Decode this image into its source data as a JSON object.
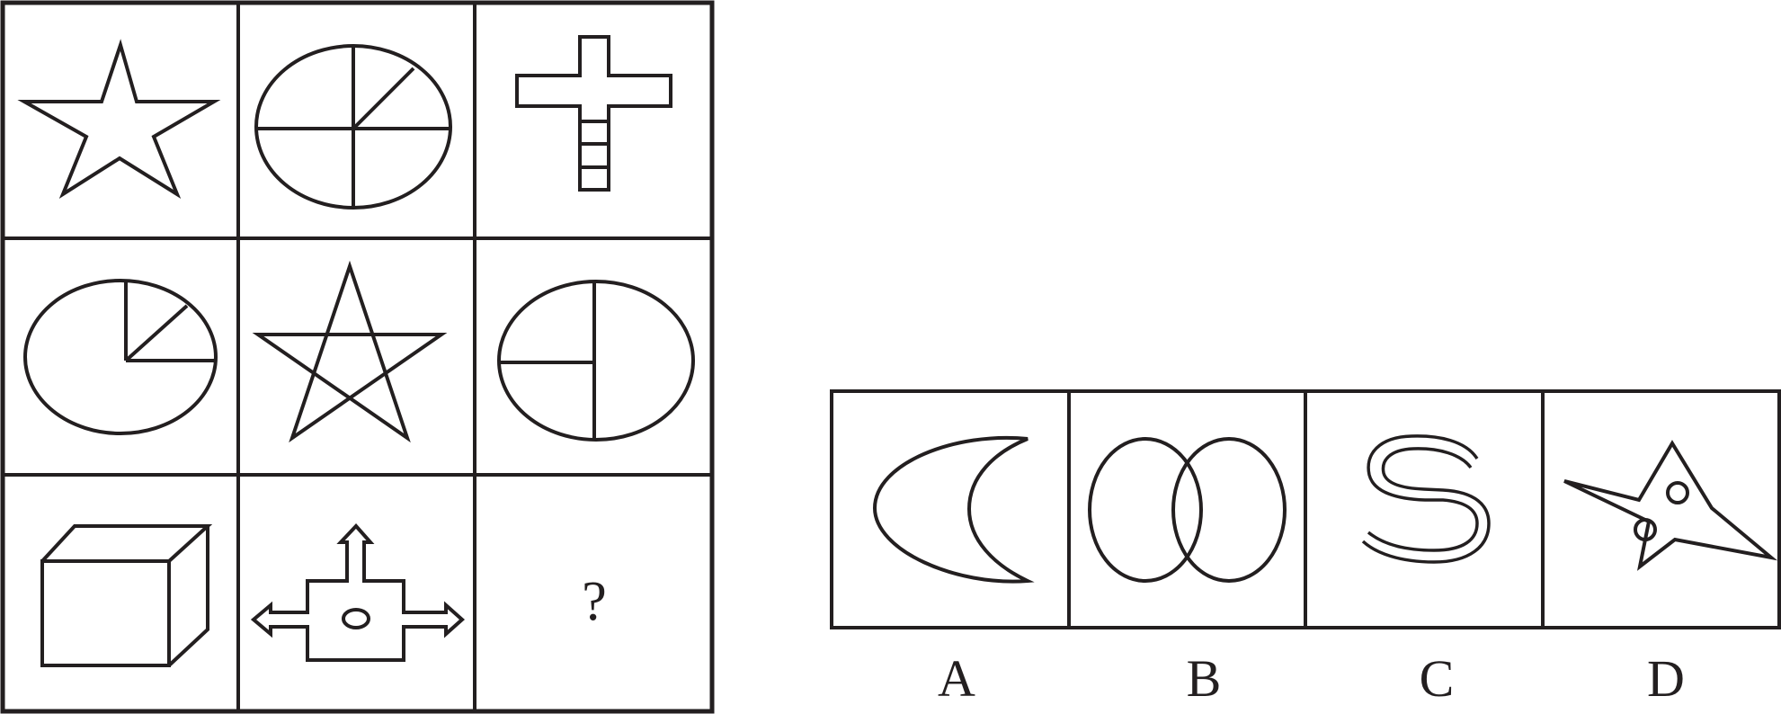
{
  "puzzle_grid": {
    "cells": [
      {
        "figure": "star-outline"
      },
      {
        "figure": "ellipse-with-cross-and-diagonal"
      },
      {
        "figure": "cross-with-ladder"
      },
      {
        "figure": "ellipse-with-pie-wedge"
      },
      {
        "figure": "pentagram"
      },
      {
        "figure": "ellipse-with-t-line"
      },
      {
        "figure": "cuboid"
      },
      {
        "figure": "box-with-arrows"
      },
      {
        "figure": "question-mark",
        "text": "?"
      }
    ]
  },
  "options": [
    {
      "label": "A",
      "figure": "ellipse-with-crescent-cut"
    },
    {
      "label": "B",
      "figure": "two-overlapping-ellipses"
    },
    {
      "label": "C",
      "figure": "double-line-s"
    },
    {
      "label": "D",
      "figure": "star-shape-with-two-circles"
    }
  ],
  "colors": {
    "stroke": "#231f20",
    "background": "#ffffff"
  }
}
